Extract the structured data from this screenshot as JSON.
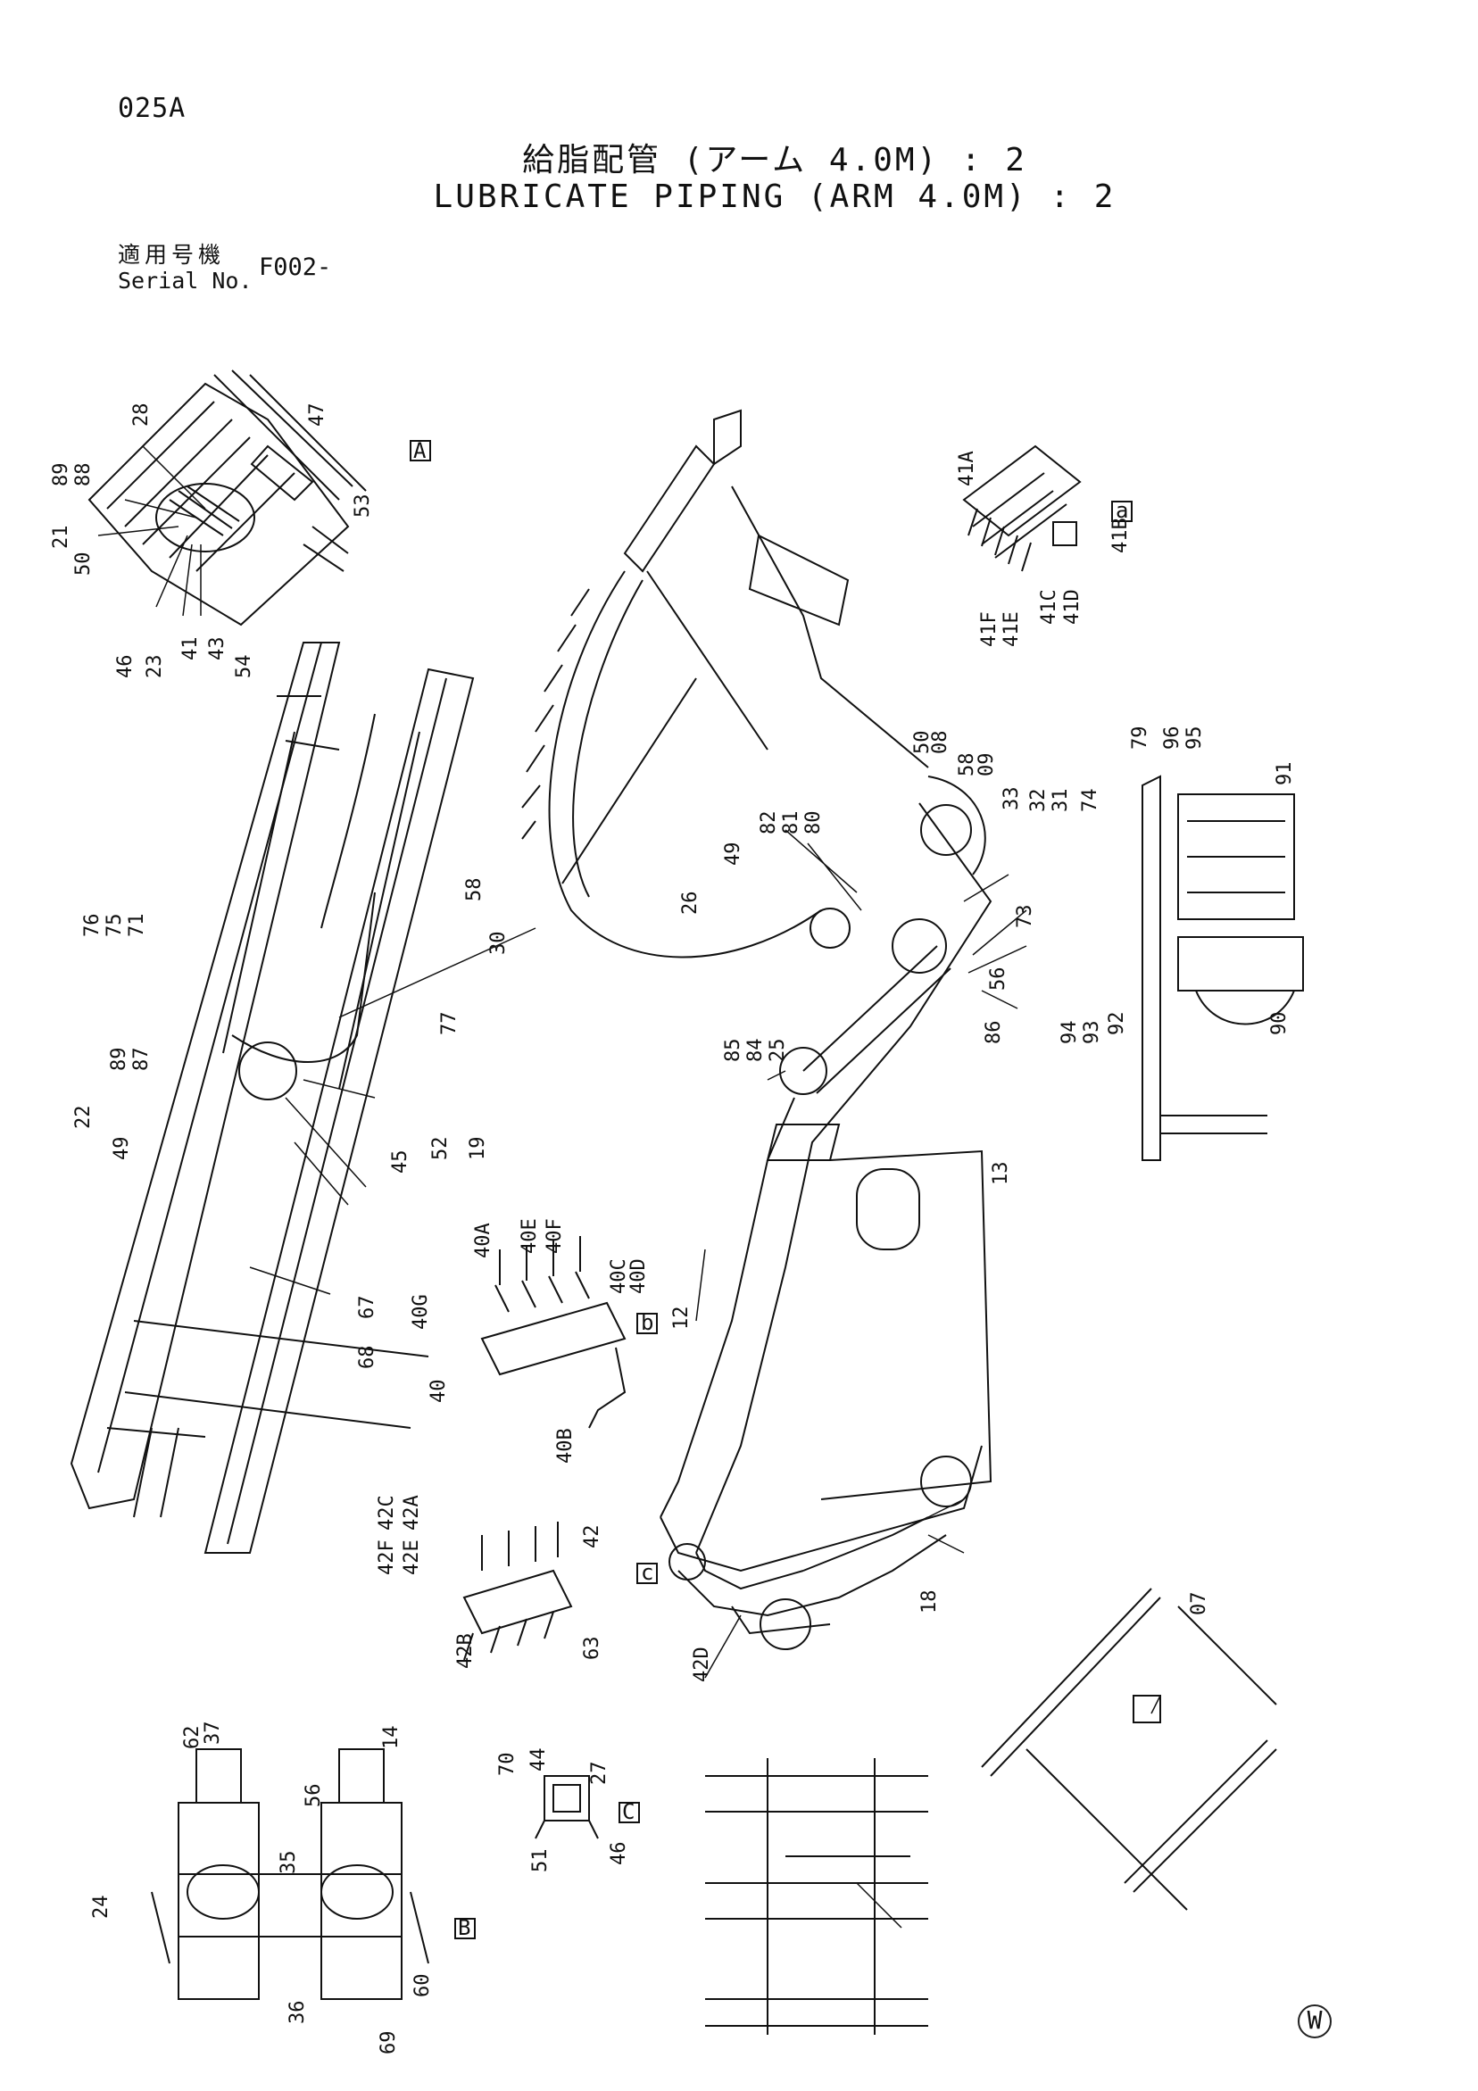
{
  "header": {
    "page_code": "025A",
    "title_ja": "給脂配管 (アーム 4.0M) : 2",
    "title_en": "LUBRICATE PIPING (ARM 4.0M) : 2",
    "serial_label_ja": "適用号機",
    "serial_label_en": "Serial No.",
    "serial_value": "F002-"
  },
  "view_labels": [
    "A",
    "a",
    "b",
    "c",
    "C",
    "B"
  ],
  "part_numbers": [
    "28",
    "47",
    "89",
    "88",
    "21",
    "50",
    "53",
    "46",
    "23",
    "41",
    "43",
    "54",
    "41A",
    "41B",
    "41F",
    "41E",
    "41C",
    "41D",
    "76",
    "75",
    "71",
    "58",
    "30",
    "77",
    "89",
    "87",
    "22",
    "49",
    "45",
    "52",
    "19",
    "67",
    "68",
    "40A",
    "40E",
    "40F",
    "40C",
    "40D",
    "40G",
    "40",
    "40B",
    "79",
    "96",
    "95",
    "91",
    "94",
    "93",
    "92",
    "90",
    "82",
    "81",
    "80",
    "50",
    "08",
    "58",
    "09",
    "33",
    "32",
    "31",
    "74",
    "73",
    "26",
    "49",
    "56",
    "86",
    "85",
    "84",
    "25",
    "13",
    "12",
    "18",
    "42D",
    "42F",
    "42C",
    "42E",
    "42A",
    "42",
    "42B",
    "63",
    "62",
    "37",
    "56",
    "14",
    "35",
    "24",
    "36",
    "60",
    "69",
    "70",
    "44",
    "27",
    "51",
    "46",
    "07"
  ],
  "corner_mark": "W"
}
